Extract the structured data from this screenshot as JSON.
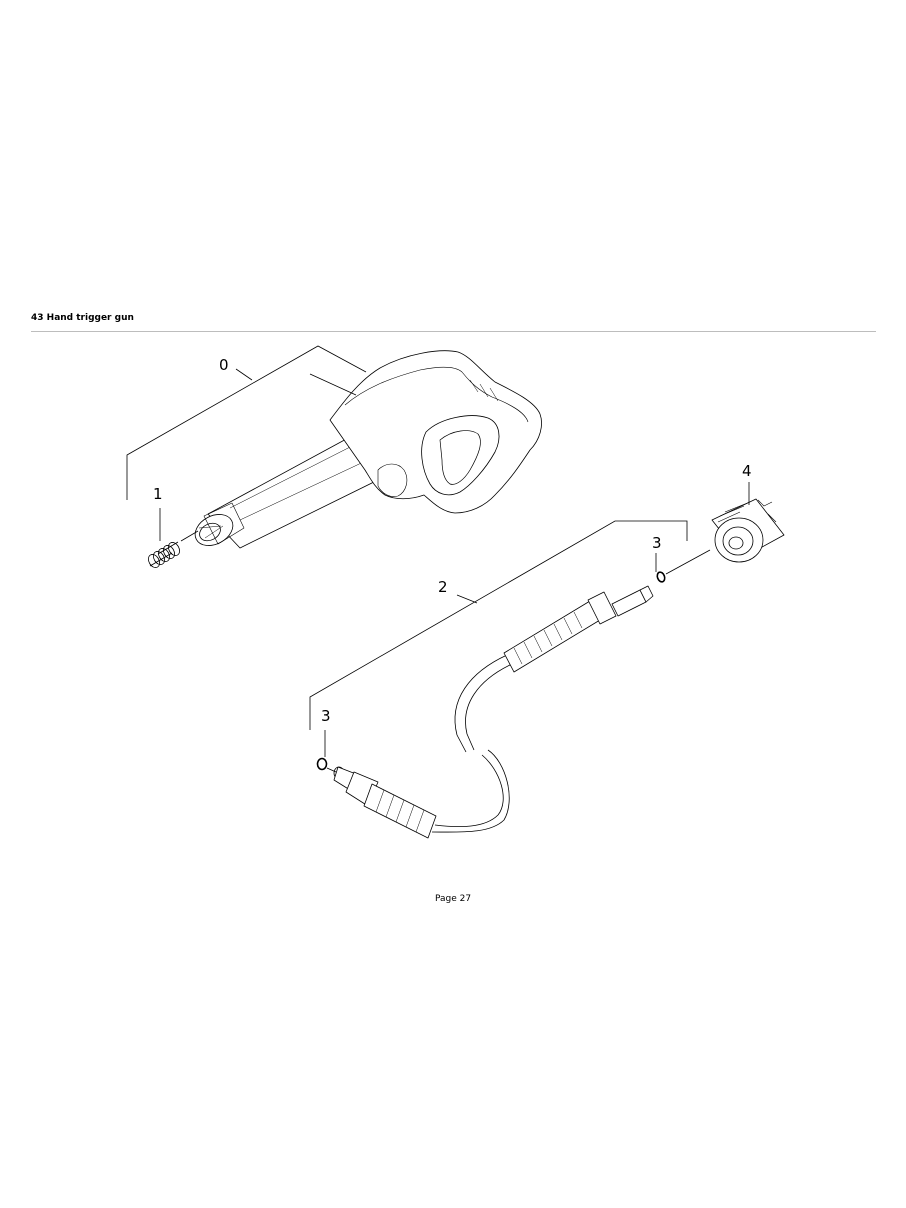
{
  "header": {
    "section_title": "43 Hand trigger gun"
  },
  "diagram": {
    "callouts": {
      "gun": "0",
      "spring": "1",
      "hose": "2",
      "oring_right": "3",
      "oring_left": "3",
      "coupling": "4"
    }
  },
  "footer": {
    "page_label": "Page 27"
  },
  "colors": {
    "line": "#000000",
    "rule": "#bdbdbd",
    "part_fill": "#ffffff"
  }
}
